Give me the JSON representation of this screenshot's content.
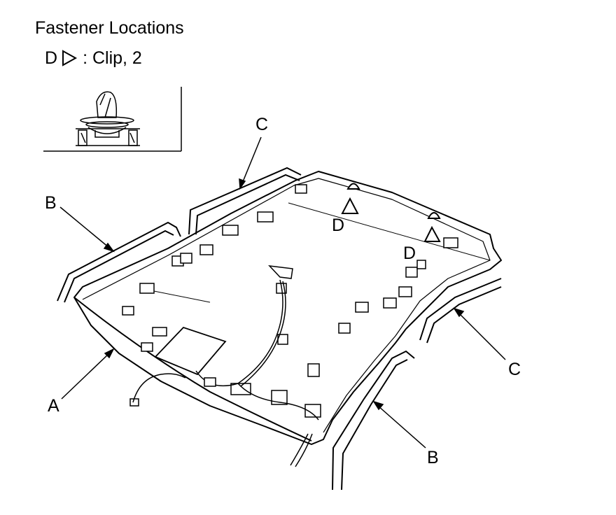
{
  "title": "Fastener Locations",
  "legend": {
    "key": "D",
    "text": ": Clip, 2"
  },
  "callouts": [
    {
      "id": "A",
      "label": "A"
    },
    {
      "id": "B_left",
      "label": "B"
    },
    {
      "id": "B_right",
      "label": "B"
    },
    {
      "id": "C_top",
      "label": "C"
    },
    {
      "id": "C_right",
      "label": "C"
    },
    {
      "id": "D_1",
      "label": "D"
    },
    {
      "id": "D_2",
      "label": "D"
    }
  ]
}
